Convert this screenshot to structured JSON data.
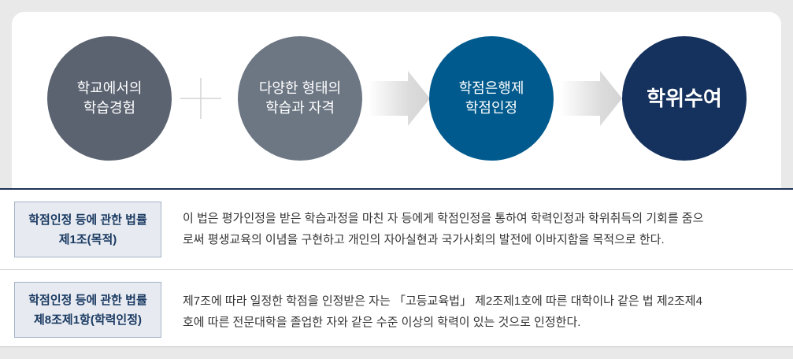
{
  "theme": {
    "page_bg": "#e9e9e9",
    "divider": "#1e3354",
    "label_bg": "#e7ebf1",
    "label_border": "#a3b3c6",
    "label_text": "#1b3a62",
    "body_text": "#333333"
  },
  "flow": {
    "steps": [
      {
        "lines": [
          "학교에서의",
          "학습경험"
        ],
        "color": "#5b6371"
      },
      {
        "lines": [
          "다양한 형태의",
          "학습과 자격"
        ],
        "color": "#6d7784"
      },
      {
        "lines": [
          "학점은행제",
          "학점인정"
        ],
        "color": "#005a8d"
      },
      {
        "lines": [
          "학위수여"
        ],
        "color": "#15315d"
      }
    ],
    "connectors": [
      "plus-icon",
      "arrow-right-icon",
      "arrow-right-icon"
    ]
  },
  "law_rows": [
    {
      "label": [
        "학점인정 등에 관한 법률",
        "제1조(목적)"
      ],
      "text": [
        "이 법은 평가인정을 받은 학습과정을 마친 자 등에게 학점인정을 통하여 학력인정과 학위취득의 기회를 줌으",
        "로써 평생교육의 이념을 구현하고 개인의 자아실현과 국가사회의 발전에 이바지함을 목적으로 한다."
      ]
    },
    {
      "label": [
        "학점인정 등에 관한 법률",
        "제8조제1항(학력인정)"
      ],
      "text": [
        "제7조에 따라 일정한 학점을 인정받은 자는 「고등교육법」 제2조제1호에 따른 대학이나 같은 법 제2조제4",
        "호에 따른 전문대학을 졸업한 자와 같은 수준 이상의 학력이 있는 것으로 인정한다."
      ]
    }
  ]
}
